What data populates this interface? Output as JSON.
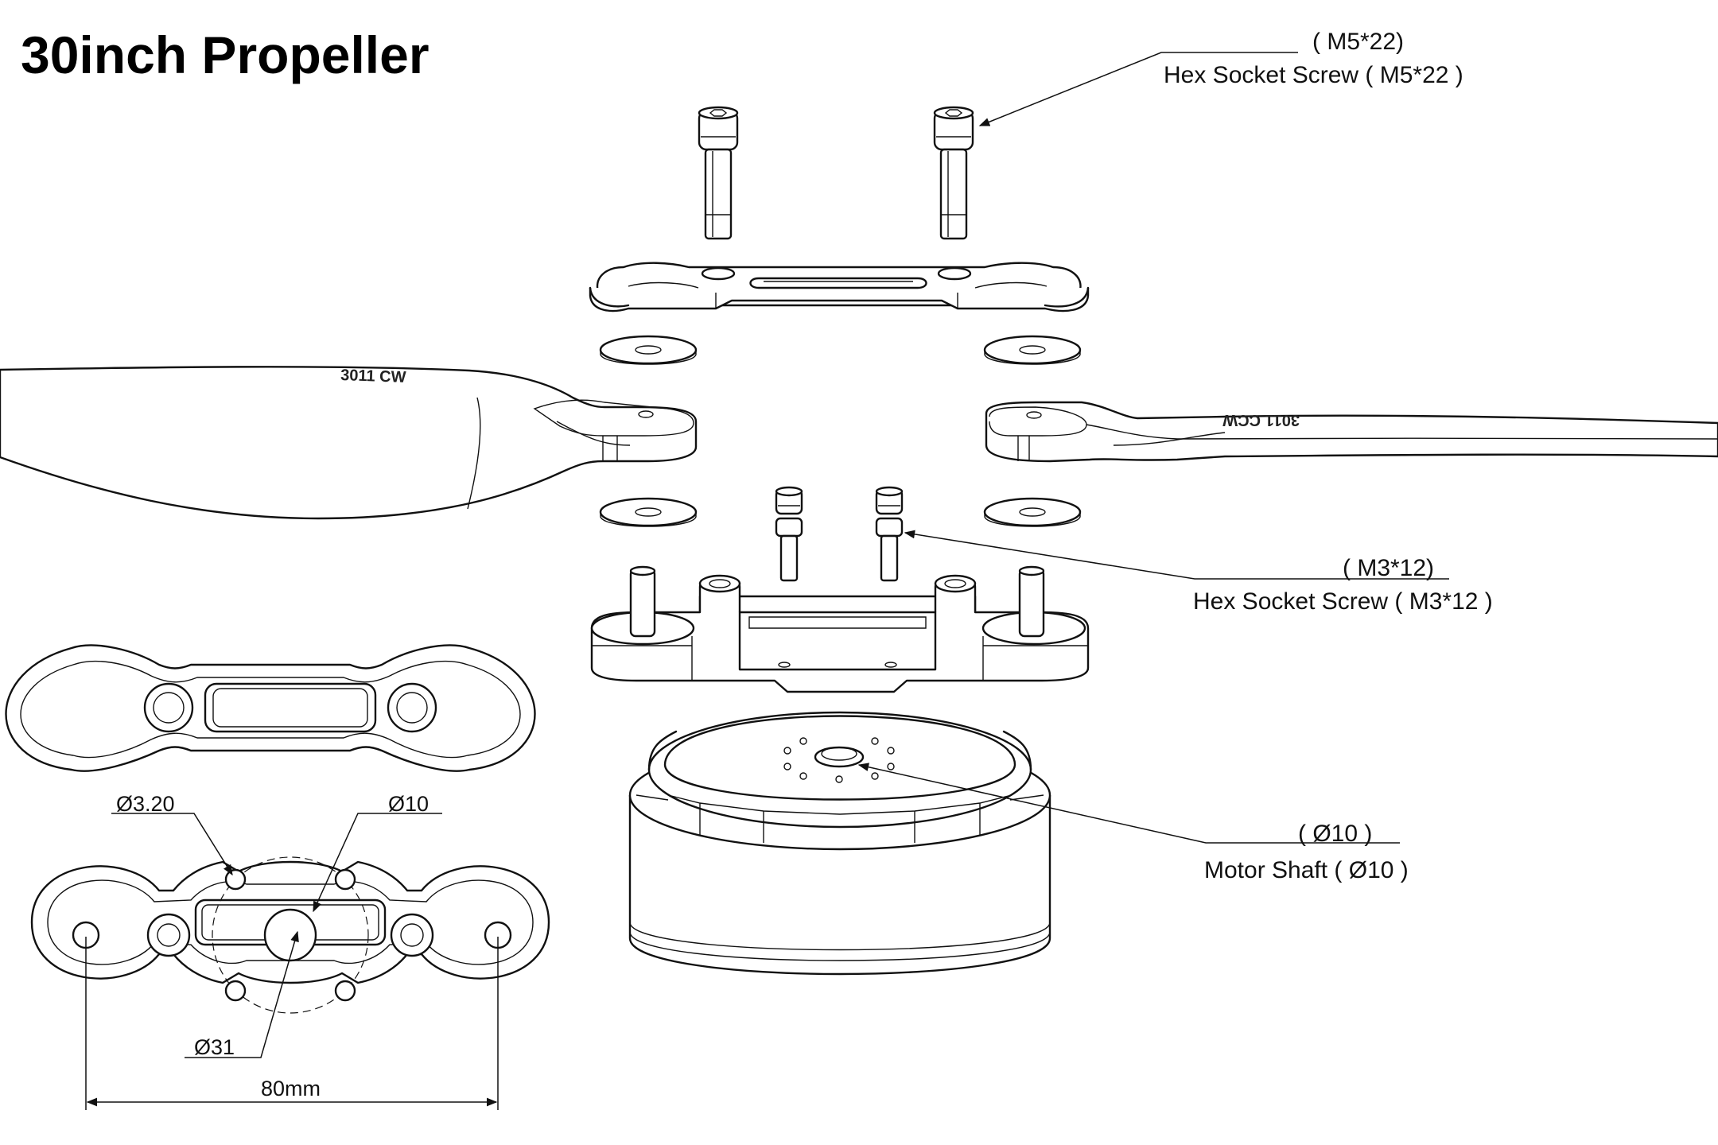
{
  "title": "30inch Propeller",
  "labels": {
    "m5_code": "( M5*22)",
    "m5_name": "Hex Socket Screw ( M5*22 )",
    "m3_code": "( M3*12)",
    "m3_name": "Hex Socket Screw ( M3*12 )",
    "shaft_code": "( Ø10 )",
    "shaft_name": "Motor Shaft  ( Ø10 )"
  },
  "dimensions": {
    "hole_small": "Ø3.20",
    "shaft_hole": "Ø10",
    "bolt_circle": "Ø31",
    "hole_spacing": "80mm"
  },
  "blade_stamps": {
    "left": "3011 CW",
    "right": "3011 CCW"
  },
  "icons": {
    "screw": "hex-socket-screw-icon",
    "motor": "brushless-motor-icon",
    "blade": "propeller-blade-icon"
  },
  "colors": {
    "line": "#111111",
    "background": "#ffffff"
  }
}
